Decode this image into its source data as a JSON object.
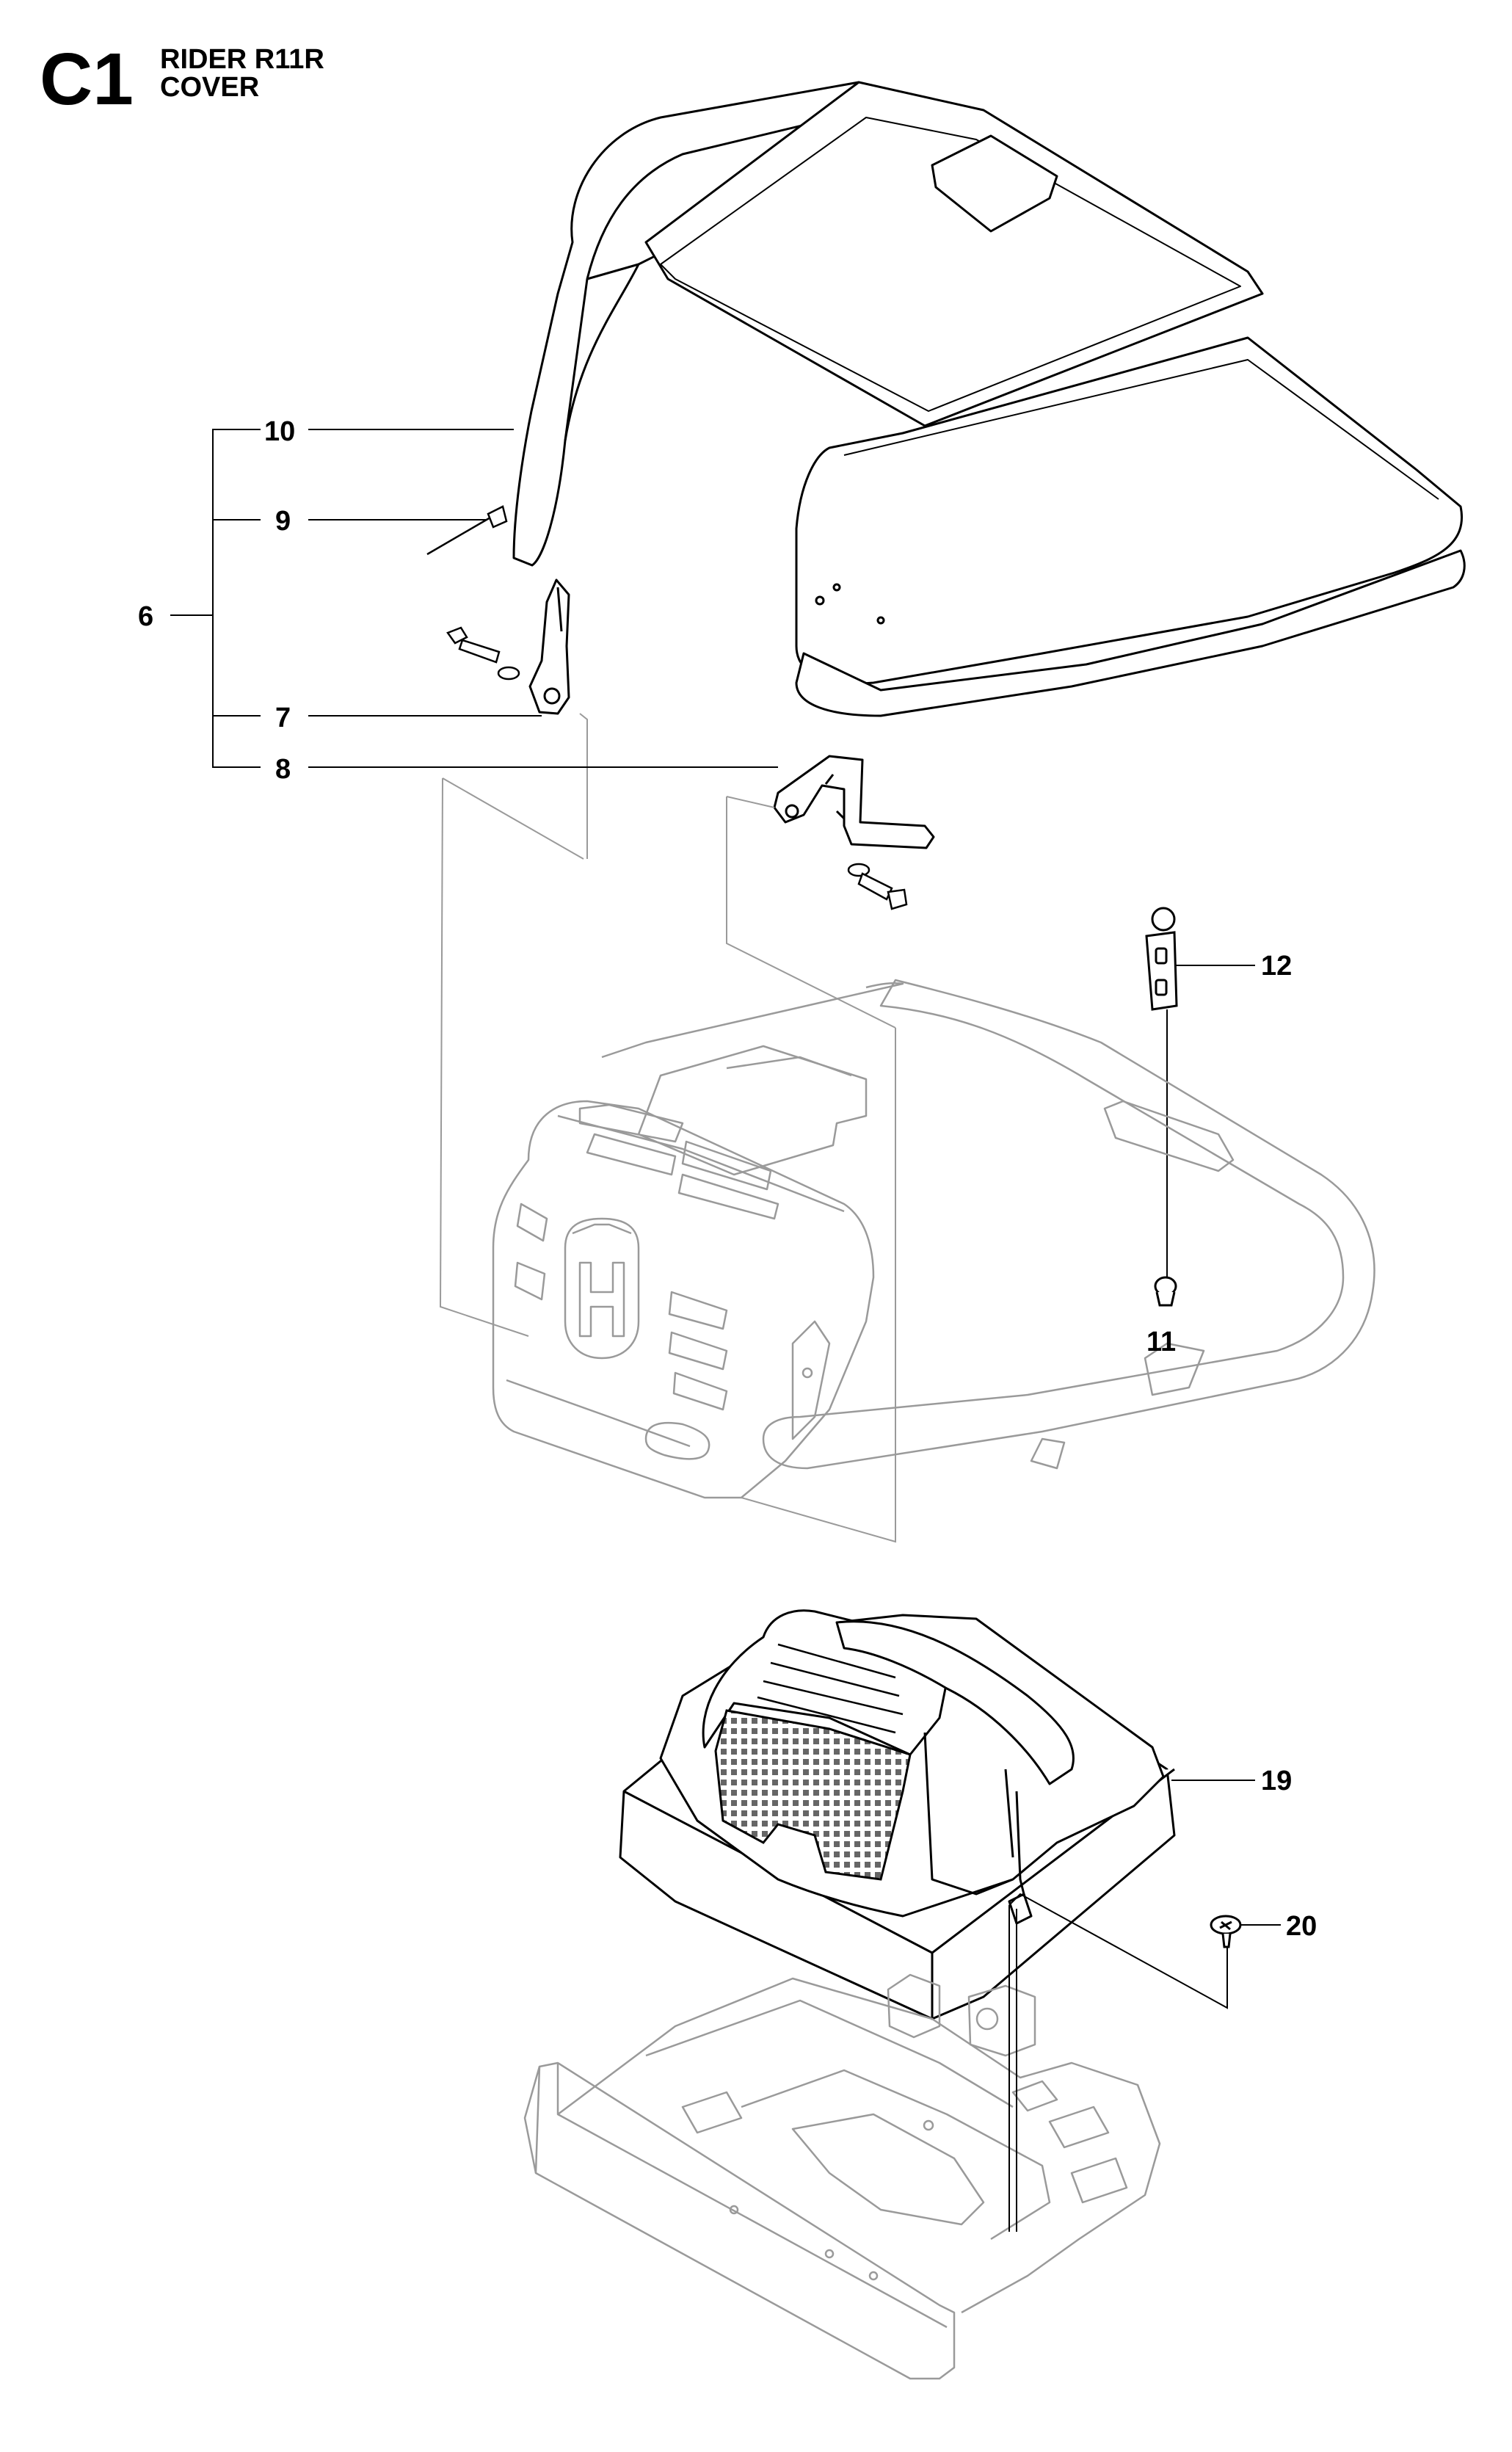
{
  "header": {
    "section_code": "C1",
    "model": "RIDER R11R",
    "title": "COVER"
  },
  "callouts": {
    "c6": "6",
    "c7": "7",
    "c8": "8",
    "c9": "9",
    "c10": "10",
    "c11": "11",
    "c12": "12",
    "c19": "19",
    "c20": "20"
  },
  "colors": {
    "line": "#000000",
    "ghost": "#9a9a9a",
    "mesh": "#555555",
    "background": "#ffffff"
  }
}
